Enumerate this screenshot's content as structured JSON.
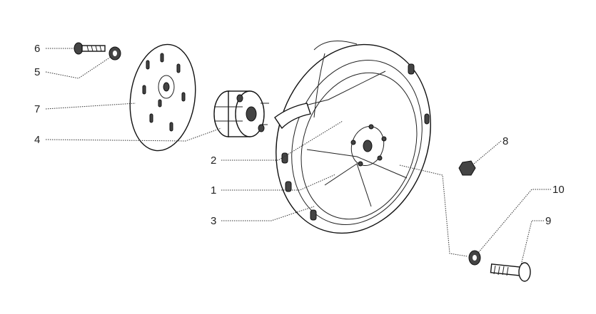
{
  "diagram": {
    "type": "exploded parts diagram",
    "labels": {
      "p1": "1",
      "p2": "2",
      "p3": "3",
      "p4": "4",
      "p5": "5",
      "p6": "6",
      "p7": "7",
      "p8": "8",
      "p9": "9",
      "p10": "10"
    }
  }
}
